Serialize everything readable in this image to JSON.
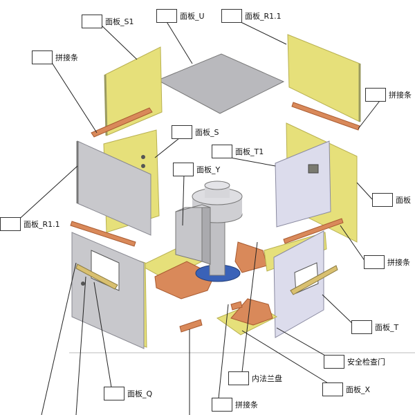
{
  "labels": {
    "panel_s1": "面板_S1",
    "panel_u": "面板_U",
    "panel_r11_top": "面板_R1.1",
    "splice_top_left": "拼接条",
    "splice_right_top": "拼接条",
    "panel_s": "面板_S",
    "panel_t1": "面板_T1",
    "panel_y": "面板_Y",
    "panel_r11_left": "面板_R1.1",
    "panel_right_cut": "面板",
    "splice_right_mid": "拼接条",
    "panel_t": "面板_T",
    "safety_door": "安全检查门",
    "inner_flange": "内法兰盘",
    "panel_x": "面板_X",
    "panel_q": "面板_Q",
    "splice_bottom": "拼接条"
  },
  "colors": {
    "yellow_panel": "#e6e07a",
    "yellow_edge": "#b8b050",
    "gray_panel": "#c8c8cc",
    "gray_edge": "#888890",
    "lavender_panel": "#dcdcec",
    "orange_strip": "#d9895a",
    "orange_edge": "#a85a30",
    "blue_disk": "#3a62b8",
    "leader": "#222222"
  }
}
